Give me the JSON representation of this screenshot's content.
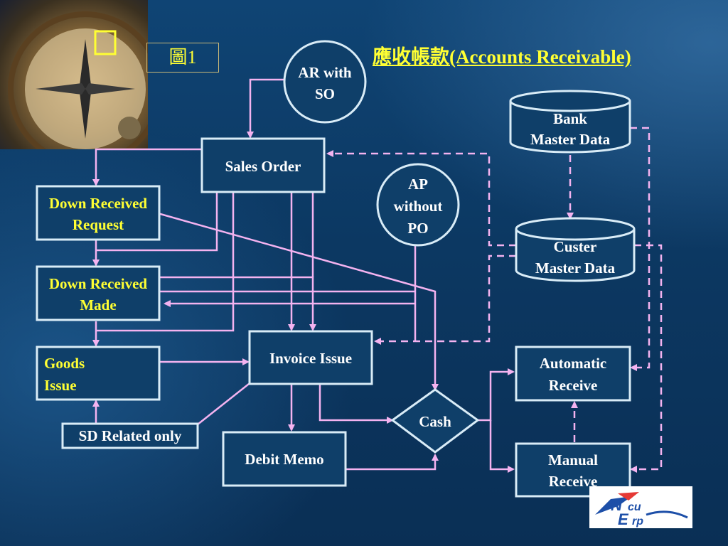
{
  "figure_label": "圖1",
  "title": "應收帳款(Accounts Receivable)",
  "nodes": {
    "ar_with_so": [
      "AR with",
      "SO"
    ],
    "ap_without_po": [
      "AP",
      "without",
      "PO"
    ],
    "bank_master": [
      "Bank",
      "Master Data"
    ],
    "custer_master": [
      "Custer",
      "Master Data"
    ],
    "sales_order": "Sales Order",
    "down_received_request": [
      "Down Received",
      "Request"
    ],
    "down_received_made": [
      "Down Received",
      "Made"
    ],
    "goods_issue": [
      "Goods",
      "Issue"
    ],
    "sd_related_only": "SD Related only",
    "invoice_issue": "Invoice Issue",
    "debit_memo": "Debit Memo",
    "cash": "Cash",
    "automatic_receive": [
      "Automatic",
      "Receive"
    ],
    "manual_receive": [
      "Manual",
      "Receive"
    ]
  },
  "colors": {
    "text": "#ffff33",
    "box_border": "#d9ecf7",
    "arrow": "#f4b3f0",
    "background": "#0d3a63"
  },
  "icons": {
    "corner_glyph": "square-icon",
    "logo": "ncu-erp-logo"
  }
}
